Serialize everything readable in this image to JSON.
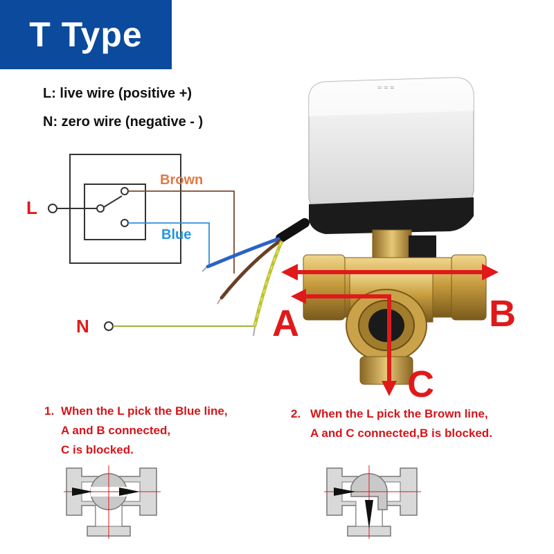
{
  "title": "T Type",
  "legend": {
    "live": "L: live wire (positive +)",
    "neutral": "N: zero wire (negative - )"
  },
  "wiring": {
    "l_terminal": "L",
    "n_terminal": "N",
    "brown_label": "Brown",
    "blue_label": "Blue"
  },
  "ports": {
    "a": "A",
    "b": "B",
    "c": "C"
  },
  "notes": [
    {
      "number": "1.",
      "lines": [
        "When the L pick the Blue line,",
        "A and B connected,",
        "C is blocked."
      ]
    },
    {
      "number": "2.",
      "lines": [
        "When the L pick the Brown line,",
        "A and C connected,B is blocked."
      ]
    }
  ],
  "colors": {
    "title_bg": "#0b4a9c",
    "accent_red": "#e0191b",
    "brown_wire": "#7a4a2e",
    "blue_wire": "#2f8fdc",
    "brown_text": "#e07a45",
    "blue_text": "#2196e0",
    "brass": "#c9a246",
    "actuator": "#eeeeee"
  }
}
